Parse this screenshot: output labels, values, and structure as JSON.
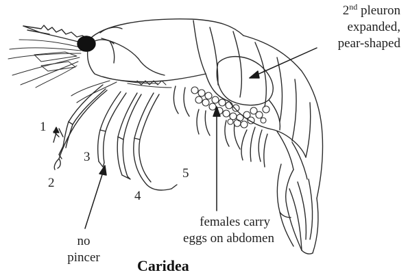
{
  "pleuron": {
    "sup_prefix": "2",
    "sup": "nd",
    "rest": " pleuron",
    "line2": "expanded,",
    "line3": "pear-shaped"
  },
  "legs": [
    "1",
    "2",
    "3",
    "4",
    "5"
  ],
  "no_pincer": {
    "line1": "no",
    "line2": "pincer"
  },
  "eggs": {
    "line1": "females carry",
    "line2": "eggs on abdomen"
  },
  "title": "Caridea"
}
